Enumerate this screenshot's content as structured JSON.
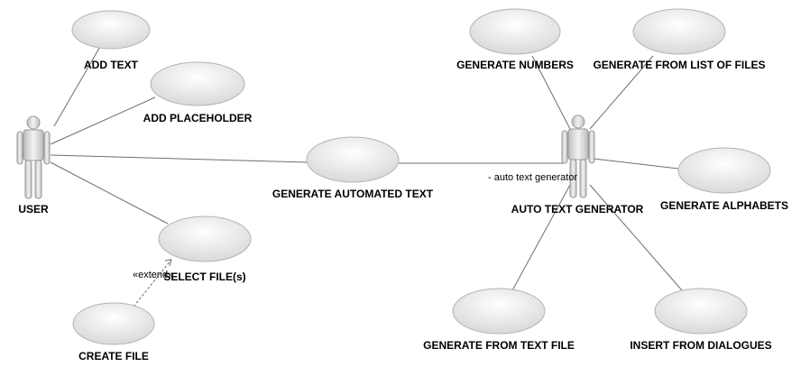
{
  "diagram": {
    "actors": {
      "user": "USER",
      "auto": "AUTO TEXT GENERATOR",
      "auto_role": "- auto text generator"
    },
    "use_cases": {
      "add_text": "ADD TEXT",
      "add_placeholder": "ADD PLACEHOLDER",
      "generate_automated_text": "GENERATE AUTOMATED TEXT",
      "select_files": "SELECT FILE(s)",
      "create_file": "CREATE FILE",
      "generate_numbers": "GENERATE NUMBERS",
      "generate_from_list": "GENERATE FROM LIST OF FILES",
      "generate_alphabets": "GENERATE ALPHABETS",
      "generate_from_text_file": "GENERATE FROM TEXT FILE",
      "insert_from_dialogues": "INSERT FROM DIALOGUES"
    },
    "stereotype": "«extend»",
    "colors": {
      "use_case_fill_light": "#ffffff",
      "use_case_fill_dark": "#d9d9d9",
      "line": "#6e6e6e"
    }
  }
}
